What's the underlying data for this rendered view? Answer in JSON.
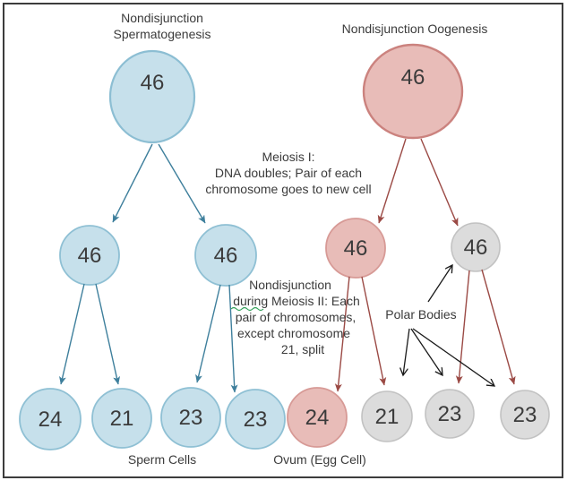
{
  "left_tree": {
    "title_line1": "Nondisjunction",
    "title_line2": "Spermatogenesis",
    "root_value": "46",
    "secondary_values": [
      "46",
      "46"
    ],
    "cell_values": [
      "24",
      "21",
      "23",
      "23"
    ],
    "cells_label": "Sperm Cells"
  },
  "right_tree": {
    "title": "Nondisjunction Oogenesis",
    "root_value": "46",
    "secondary_values": [
      "46",
      "46"
    ],
    "cell_values": [
      "24",
      "21",
      "23",
      "23"
    ],
    "ovum_label": "Ovum (Egg Cell)",
    "polar_bodies_label": "Polar Bodies"
  },
  "annotations": {
    "meiosis_i": {
      "lines": [
        "Meiosis I:",
        "DNA doubles; Pair of each",
        "chromosome goes to new cell"
      ]
    },
    "meiosis_ii": {
      "lines": [
        "Nondisjunction",
        "during Meiosis II: Each",
        "pair of chromosomes,",
        "except chromosome",
        "21, split"
      ]
    }
  },
  "colors": {
    "sperm_cell_fill": "#c6e0eb",
    "sperm_cell_stroke": "#8fc0d4",
    "egg_cell_fill": "#e8bcb8",
    "egg_cell_stroke": "#cb827e",
    "polar_body_fill": "#dcdcdc",
    "polar_body_stroke": "#c2c2c2",
    "sperm_arrow": "#3e7f9c",
    "egg_arrow": "#9b4a45",
    "pointer_arrow": "#1a1a1a",
    "text": "#3b3b3b",
    "spellcheck_underline": "#33a05a"
  }
}
